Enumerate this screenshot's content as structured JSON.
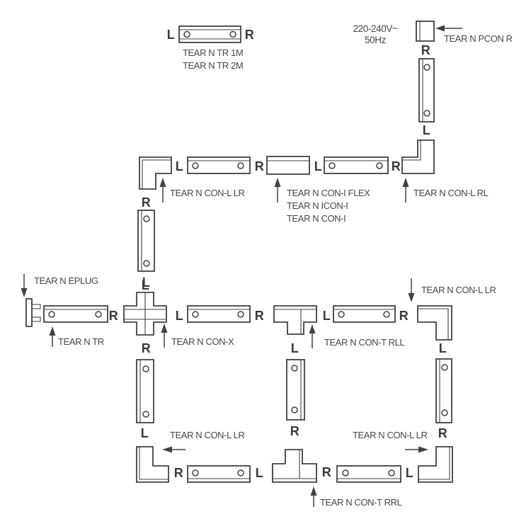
{
  "diagram": {
    "description": "Track lighting system connection schematic",
    "power_spec": {
      "line1": "220-240V~",
      "line2": "50Hz"
    },
    "ports": {
      "left": "L",
      "right": "R"
    },
    "products": {
      "tr_1m": "TEAR N TR 1M",
      "tr_2m": "TEAR N TR 2M",
      "pcon_r": "TEAR N PCON R",
      "con_l_lr": "TEAR N CON-L LR",
      "con_i_flex": "TEAR N CON-I FLEX",
      "icon_i": "TEAR N ICON-I",
      "con_i": "TEAR N CON-I",
      "con_l_rl": "TEAR N CON-L RL",
      "eplug": "TEAR N EPLUG",
      "tr": "TEAR N TR",
      "con_x": "TEAR N CON-X",
      "con_t_rll": "TEAR N CON-T RLL",
      "con_t_rrl": "TEAR N CON-T RRL"
    },
    "colors": {
      "line": "#424242",
      "text": "#474747",
      "background": "#ffffff"
    }
  }
}
